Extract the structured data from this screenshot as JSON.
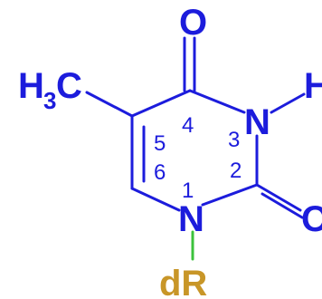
{
  "colors": {
    "structure": "#1c1cdc",
    "glycosidic_bond": "#3cc23c",
    "sugar": "#c89628",
    "background": "#ffffff"
  },
  "atoms": {
    "o_top": "O",
    "methyl_h": "H",
    "methyl_sub": "3",
    "methyl_c": "C",
    "n3": "N",
    "h_n3": "H",
    "n1": "N",
    "o_right": "O",
    "sugar": "dR"
  },
  "ring_numbers": {
    "n1": "1",
    "n2": "2",
    "n3": "3",
    "n4": "4",
    "n5": "5",
    "n6": "6"
  }
}
